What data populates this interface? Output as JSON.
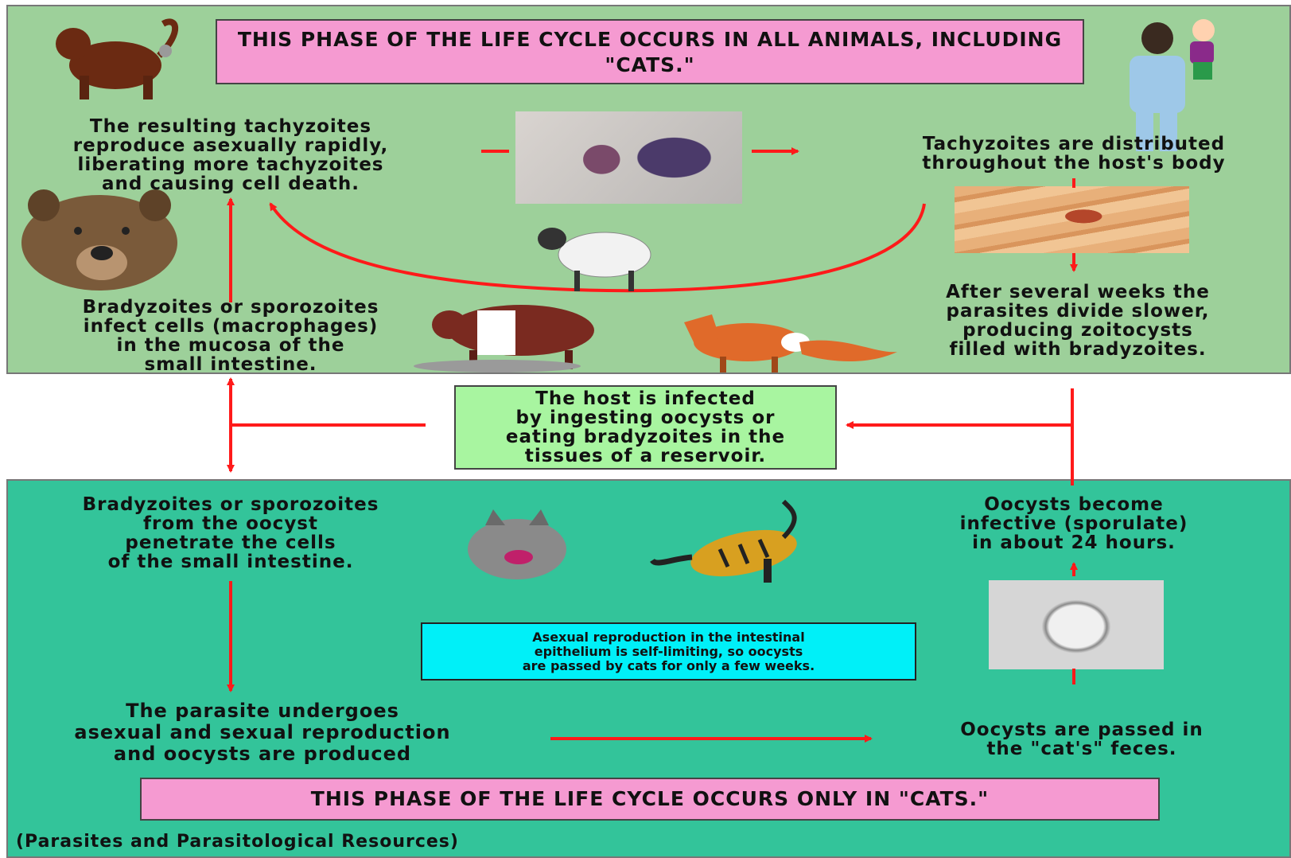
{
  "top_banner": "THIS PHASE OF THE LIFE CYCLE OCCURS IN ALL\nANIMALS, INCLUDING \"CATS.\"",
  "bottom_banner": "THIS PHASE OF THE LIFE CYCLE OCCURS ONLY IN \"CATS.\"",
  "steps": {
    "tachyzoites_reproduce": "The resulting tachyzoites\nreproduce asexually rapidly,\nliberating more tachyzoites\nand causing cell death.",
    "tachyzoites_distributed": "Tachyzoites are distributed\nthroughout the host's body",
    "bradyzoites_infect": "Bradyzoites or sporozoites\ninfect cells (macrophages)\nin the mucosa of the\nsmall intestine.",
    "parasites_divide_slower": "After several weeks the\nparasites divide slower,\nproducing zoitocysts\nfilled with bradyzoites.",
    "host_infected": "The host is infected\nby ingesting oocysts or\neating bradyzoites in the\ntissues of a reservoir.",
    "penetrate_cells": "Bradyzoites or sporozoites\nfrom the oocyst\npenetrate the cells\nof the small  intestine.",
    "oocysts_infective": "Oocysts become\ninfective (sporulate)\nin about 24 hours.",
    "parasite_reproduction": "The parasite undergoes\nasexual and sexual reproduction\nand oocysts are produced",
    "oocysts_passed": "Oocysts are passed in\nthe \"cat's\" feces."
  },
  "note": "Asexual reproduction in the intestinal\nepithelium is self-limiting, so oocysts\nare passed by cats for only a few weeks.",
  "source": "(Parasites and Parasitological Resources)",
  "icons": [
    "monkey-icon",
    "bear-icon",
    "sheep-icon",
    "pig-icon",
    "fox-icon",
    "person-holding-child-icon",
    "gray-cat-icon",
    "tiger-icon"
  ],
  "colors": {
    "top_panel": "#9dd09a",
    "bottom_panel": "#33c49a",
    "banner": "#f59ad1",
    "host_box": "#a8f5a0",
    "note_box": "#00f0f8",
    "arrow": "#ff1a1a"
  }
}
